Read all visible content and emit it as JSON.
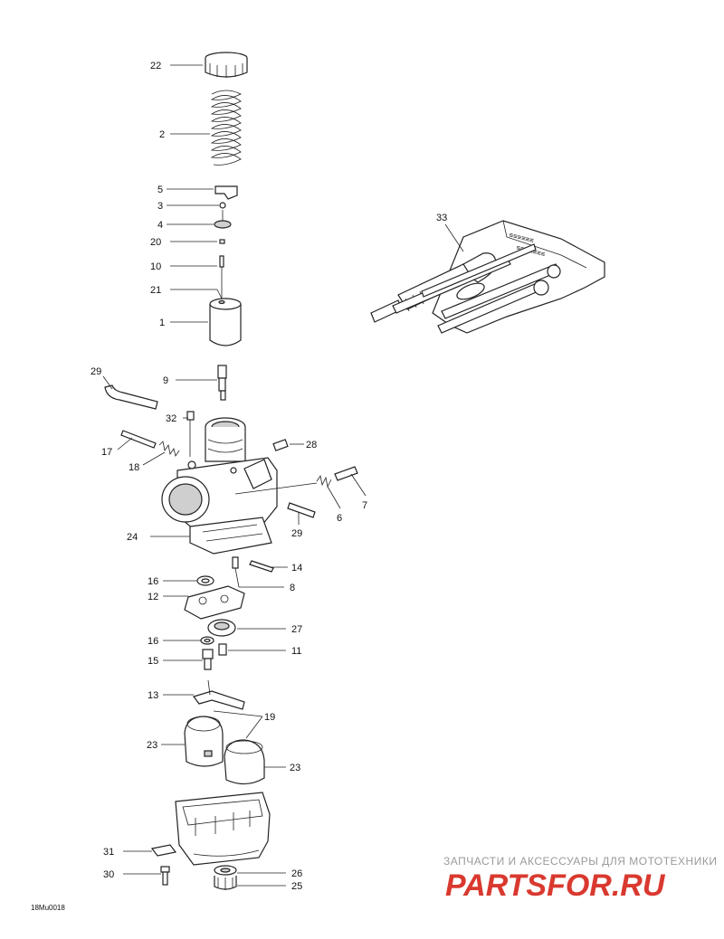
{
  "diagram": {
    "callouts": {
      "c22": "22",
      "c2": "2",
      "c5": "5",
      "c3": "3",
      "c4": "4",
      "c20": "20",
      "c10": "10",
      "c21": "21",
      "c1": "1",
      "c9": "9",
      "c29a": "29",
      "c32": "32",
      "c17": "17",
      "c18": "18",
      "c28": "28",
      "c7": "7",
      "c6": "6",
      "c29b": "29",
      "c24": "24",
      "c14": "14",
      "c8": "8",
      "c16a": "16",
      "c12": "12",
      "c27": "27",
      "c16b": "16",
      "c11": "11",
      "c15": "15",
      "c13": "13",
      "c19": "19",
      "c23a": "23",
      "c23b": "23",
      "c33": "33",
      "c31": "31",
      "c30": "30",
      "c26": "26",
      "c25": "25"
    },
    "drawing_code": "18Mu0018"
  },
  "watermark": {
    "tagline": "ЗАПЧАСТИ И АКСЕССУАРЫ ДЛЯ МОТОТЕХНИКИ",
    "brand": "PARTSFOR.RU",
    "brand_color": "#d9392f"
  }
}
